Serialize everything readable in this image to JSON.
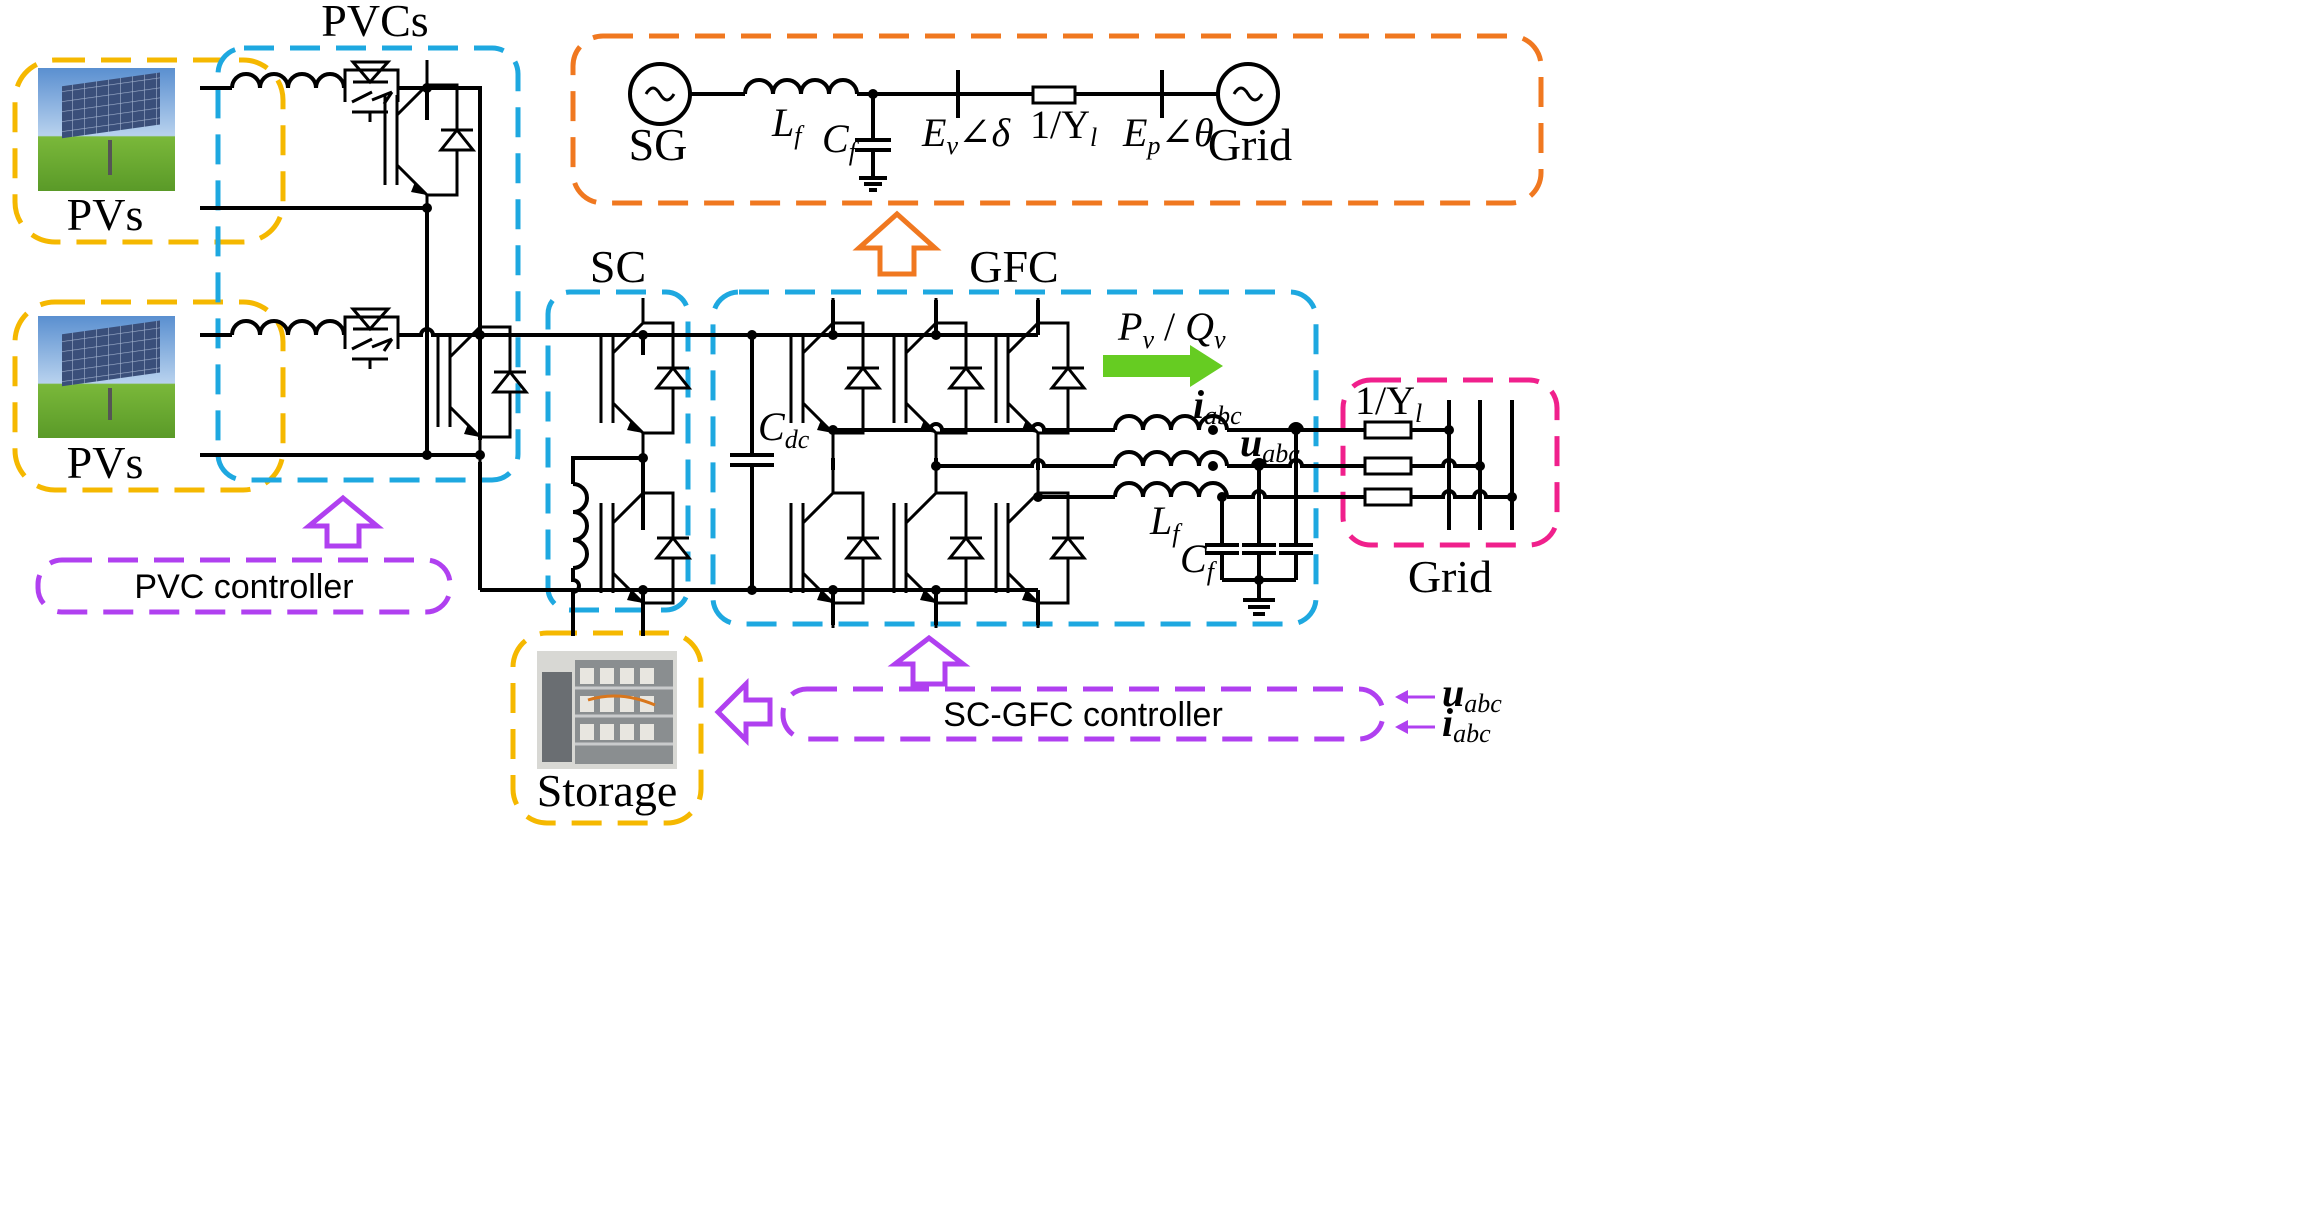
{
  "labels": {
    "pvcs": "PVCs",
    "pvs_top": "PVs",
    "pvs_bottom": "PVs",
    "sc": "SC",
    "gfc": "GFC",
    "sg": "SG",
    "grid_top": "Grid",
    "grid_right": "Grid",
    "storage": "Storage",
    "pvc_controller": "PVC controller",
    "scgfc_controller": "SC-GFC controller",
    "lf_top": "L",
    "lf_top_sub": "f",
    "cf_top": "C",
    "cf_top_sub": "f",
    "ev": "E",
    "ev_sub": "v",
    "ev_angle": "∠δ",
    "yl_top": "1/Y",
    "yl_top_sub": "l",
    "ep": "E",
    "ep_sub": "p",
    "ep_angle": "∠θ",
    "cdc": "C",
    "cdc_sub": "dc",
    "pq_p": "P",
    "pq_p_sub": "v",
    "pq_sep": " / ",
    "pq_q": "Q",
    "pq_q_sub": "v",
    "iabc": "i",
    "iabc_sub": "abc",
    "uabc": "u",
    "uabc_sub": "abc",
    "lf_mid": "L",
    "lf_mid_sub": "f",
    "cf_mid": "C",
    "cf_mid_sub": "f",
    "yl_right": "1/Y",
    "yl_right_sub": "l",
    "in_u": "u",
    "in_u_sub": "abc",
    "in_i": "i",
    "in_i_sub": "abc"
  },
  "colors": {
    "pv_box": "#F5B800",
    "converter_box": "#1EA8E0",
    "sg_box": "#F07820",
    "grid_box": "#F0208C",
    "controller_box": "#B040F0",
    "power_arrow": "#66CC22"
  }
}
